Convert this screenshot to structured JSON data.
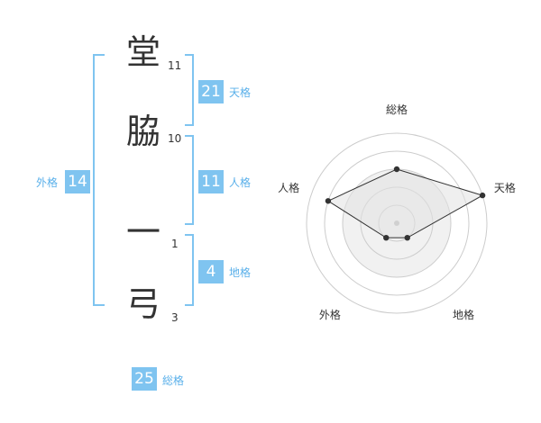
{
  "name": {
    "chars": [
      {
        "char": "堂",
        "strokes": "11"
      },
      {
        "char": "脇",
        "strokes": "10"
      },
      {
        "char": "一",
        "strokes": "1"
      },
      {
        "char": "弓",
        "strokes": "3"
      }
    ]
  },
  "fortunes": {
    "tenkaku": {
      "value": "21",
      "label": "天格"
    },
    "jinkaku": {
      "value": "11",
      "label": "人格"
    },
    "chikaku": {
      "value": "4",
      "label": "地格"
    },
    "gaikaku": {
      "value": "14",
      "label": "外格"
    },
    "soukaku": {
      "value": "25",
      "label": "総格"
    }
  },
  "colors": {
    "accent": "#7fc4f0",
    "accent_text": "#5ab0ea",
    "text": "#333333"
  },
  "chart_data": {
    "type": "radar",
    "axes": [
      "総格",
      "天格",
      "地格",
      "外格",
      "人格"
    ],
    "values": [
      3,
      5,
      1,
      1,
      4
    ],
    "range": [
      0,
      5
    ],
    "rings": 5
  }
}
